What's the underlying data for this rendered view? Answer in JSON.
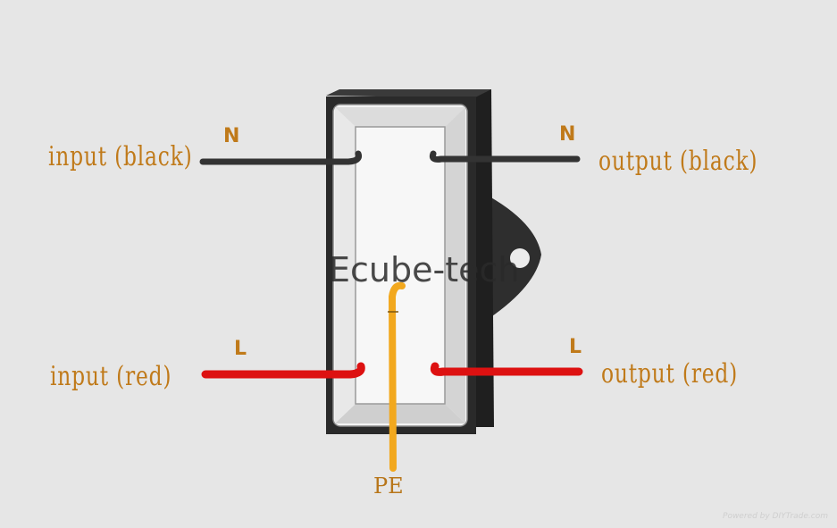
{
  "labels": {
    "input_black": "input (black)",
    "output_black": "output (black)",
    "input_red": "input (red)",
    "output_red": "output (red)",
    "n_left": "N",
    "n_right": "N",
    "l_left": "L",
    "l_right": "L",
    "pe": "PE"
  },
  "watermark": "Ecube-tech",
  "credit": "Powered by DIYTrade.com",
  "colors": {
    "background": "#e6e6e6",
    "housing": "#2b2b2b",
    "black_wire": "#333333",
    "red_wire": "#dd1111",
    "pe_wire": "#f2a81e",
    "label_text": "#c07a1a"
  }
}
